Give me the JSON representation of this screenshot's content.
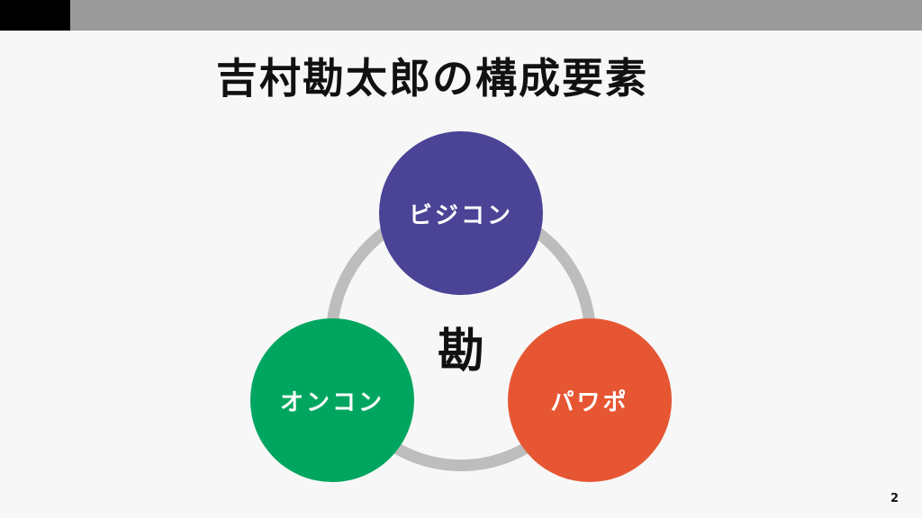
{
  "slide": {
    "title": "吉村勘太郎の構成要素",
    "page_number": "2"
  },
  "diagram": {
    "center_label": "勘",
    "nodes": [
      {
        "label": "ビジコン",
        "position": "top",
        "color": "#4b4396"
      },
      {
        "label": "オンコン",
        "position": "bottom-left",
        "color": "#00a65f"
      },
      {
        "label": "パワポ",
        "position": "bottom-right",
        "color": "#e65632"
      }
    ],
    "ring_color": "#bdbdbd"
  },
  "colors": {
    "background": "#f7f7f7",
    "top_bar": "#9b9b9b",
    "top_bar_accent": "#000000",
    "text": "#111111"
  }
}
